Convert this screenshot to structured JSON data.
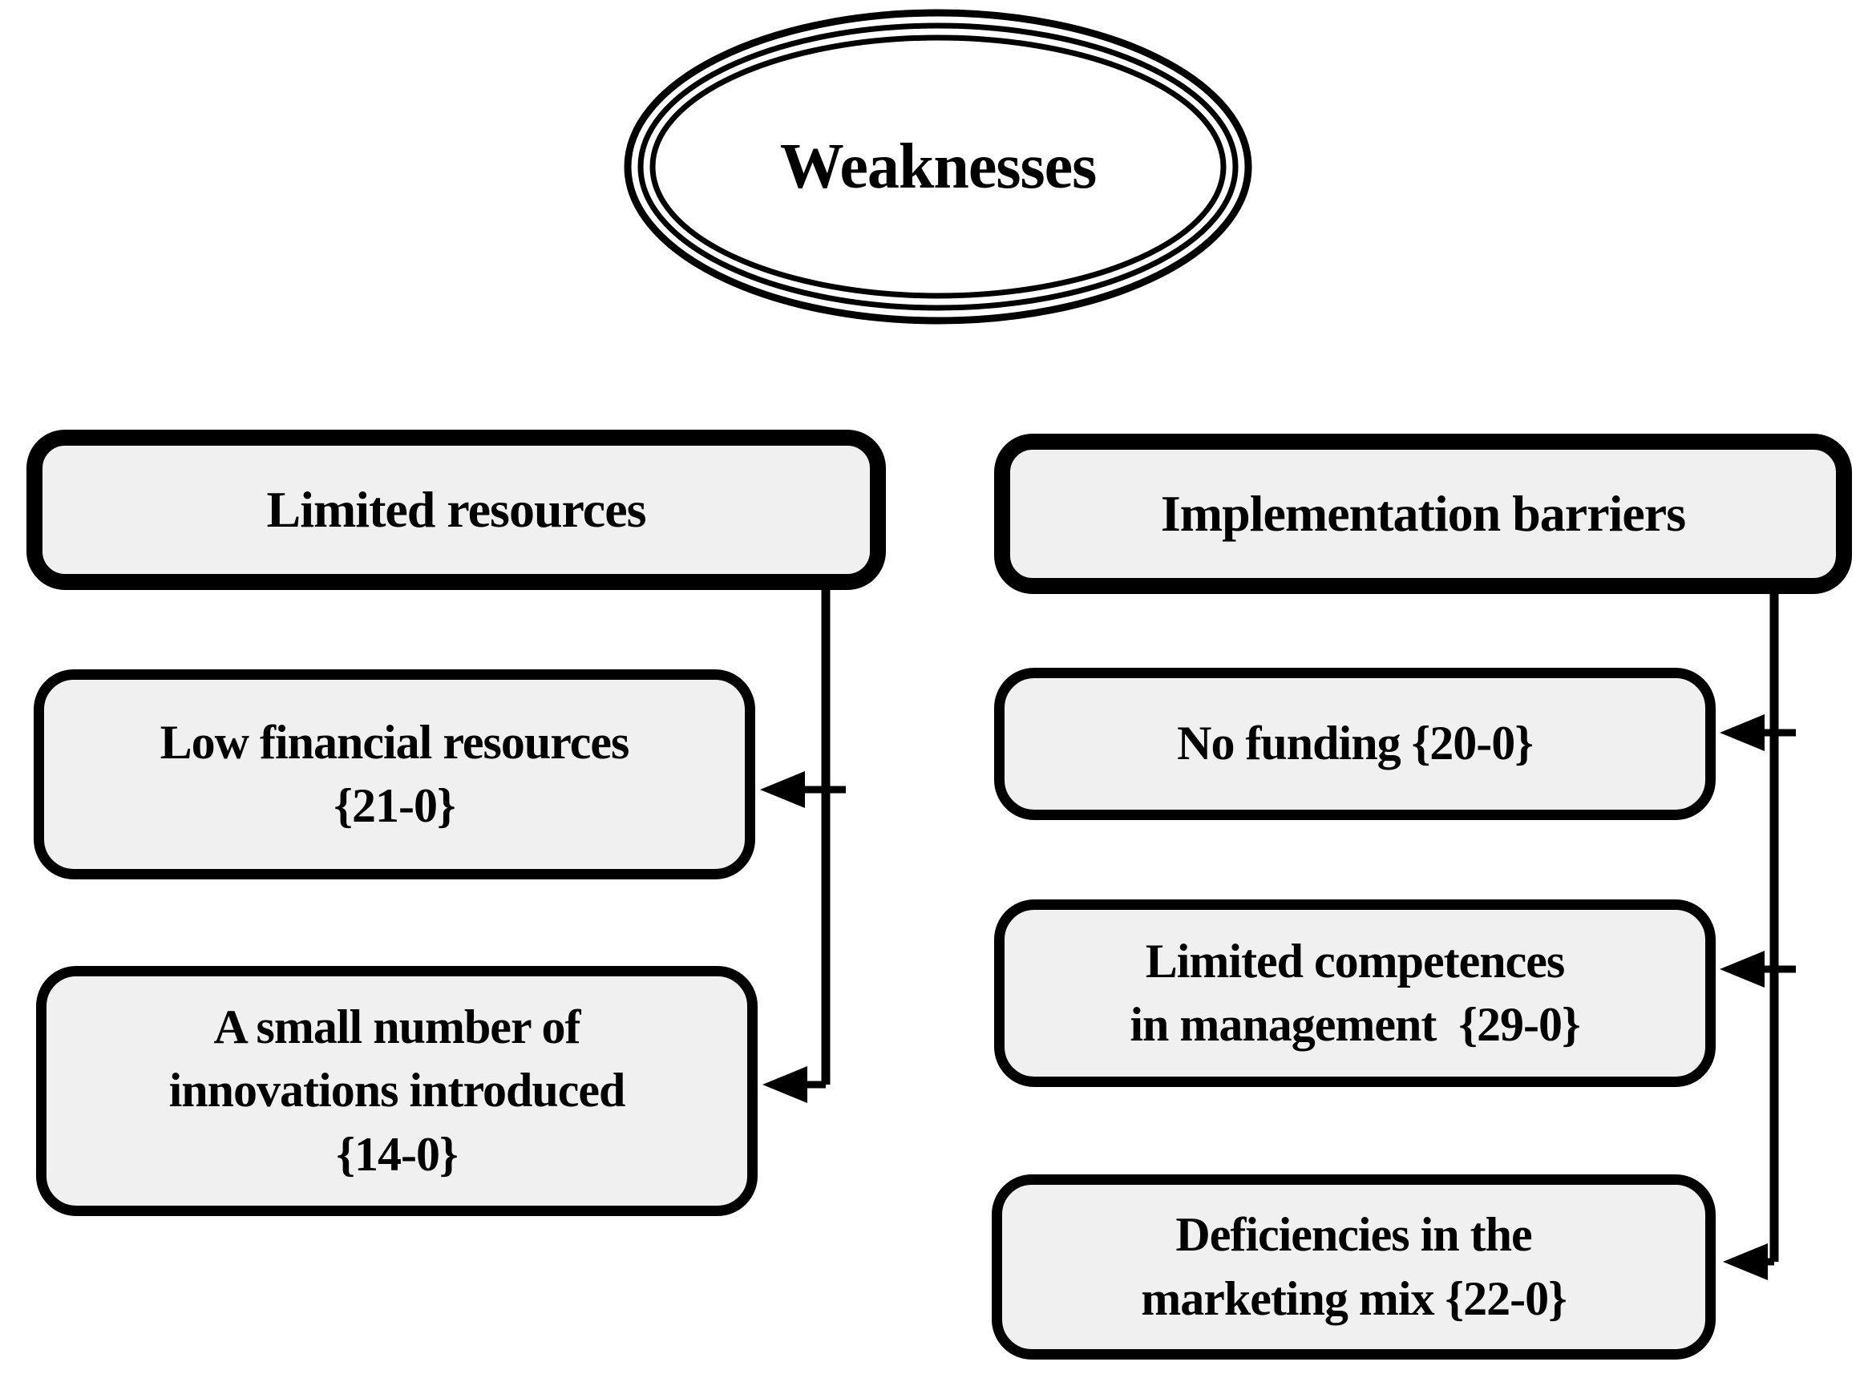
{
  "figure": {
    "background": "#ffffff",
    "box_fill": "#f0f0f0",
    "line_color": "#000000"
  },
  "root": {
    "label": "Weaknesses"
  },
  "groups": [
    {
      "title": "Limited resources",
      "children": [
        {
          "lines": [
            "Low financial resources",
            "{21-0}"
          ]
        },
        {
          "lines": [
            "A small number of",
            "innovations introduced",
            "{14-0}"
          ]
        }
      ]
    },
    {
      "title": "Implementation barriers",
      "children": [
        {
          "lines": [
            "No funding {20-0}"
          ]
        },
        {
          "lines": [
            "Limited competences",
            "in management  {29-0}"
          ]
        },
        {
          "lines": [
            "Deficiencies in the",
            "marketing mix {22-0}"
          ]
        }
      ]
    }
  ]
}
